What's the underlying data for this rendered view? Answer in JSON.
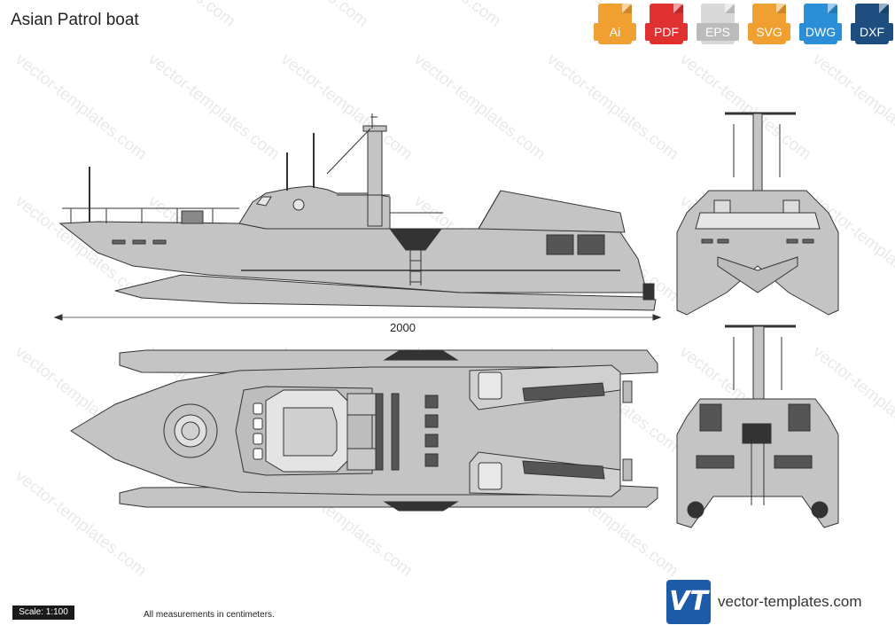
{
  "title": "Asian Patrol boat",
  "formats": [
    {
      "label": "Ai",
      "color": "#f0a030"
    },
    {
      "label": "PDF",
      "color": "#e03030"
    },
    {
      "label": "EPS",
      "color": "#d8d8d8"
    },
    {
      "label": "SVG",
      "color": "#f0a030"
    },
    {
      "label": "DWG",
      "color": "#2b8fd8"
    },
    {
      "label": "DXF",
      "color": "#1e4d80"
    }
  ],
  "dimension": "2000",
  "scale": "Scale: 1:100",
  "note": "All measurements in centimeters.",
  "logo": "VT",
  "site": "vector-templates.com",
  "watermark": "vector-templates.com",
  "colors": {
    "hull": "#c4c4c4",
    "outline": "#333333",
    "dark": "#555555"
  }
}
